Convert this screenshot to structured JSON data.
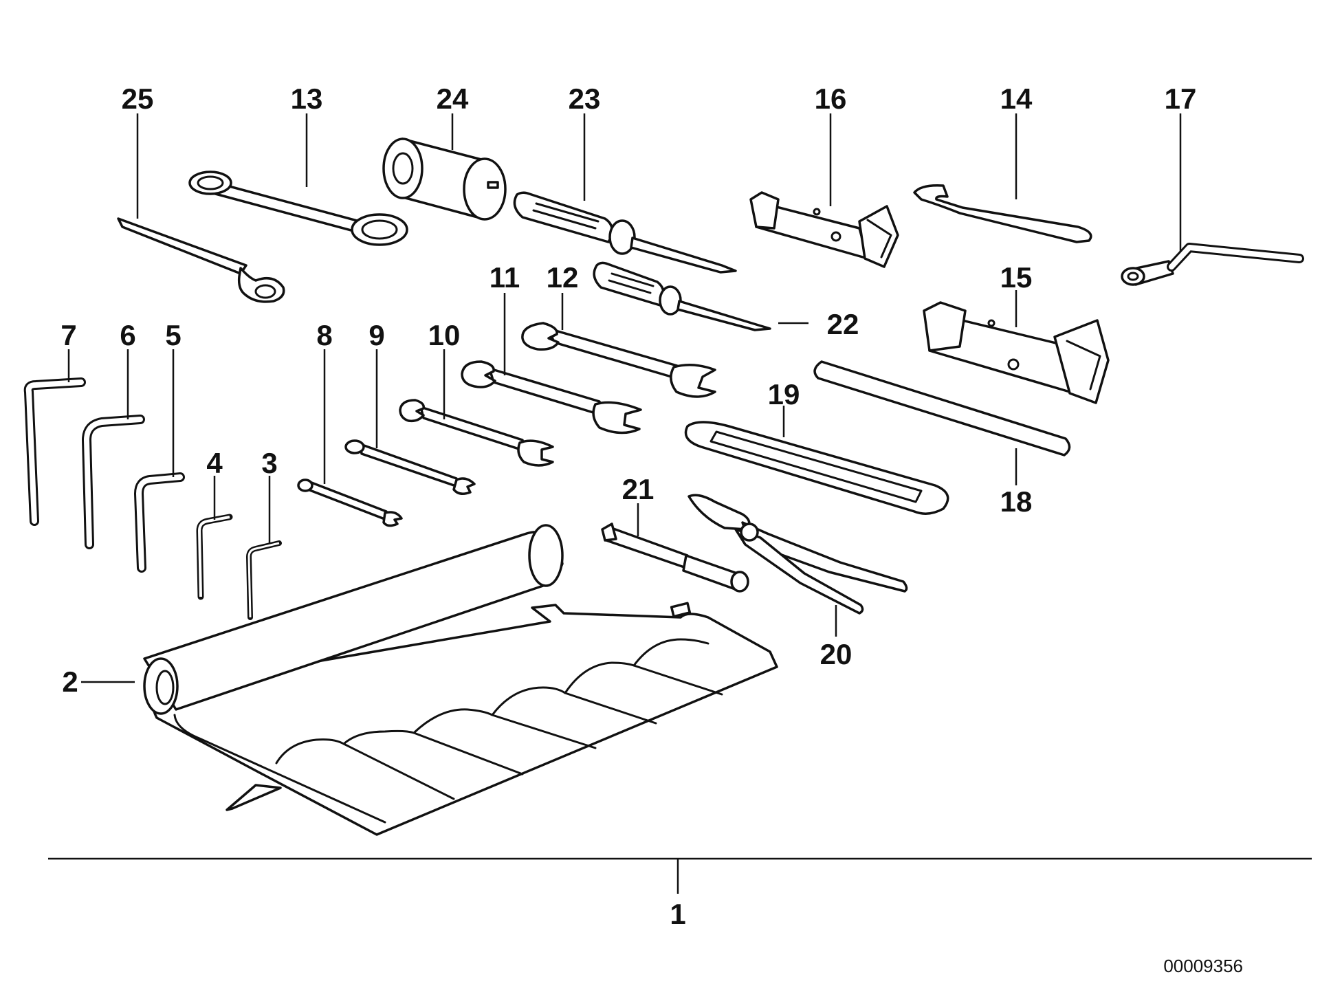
{
  "diagram": {
    "document_id": "00009356",
    "parts": [
      {
        "id": "1",
        "label": "1",
        "icon": "tool-kit-icon"
      },
      {
        "id": "2",
        "label": "2",
        "icon": "tool-roll-icon"
      },
      {
        "id": "3",
        "label": "3",
        "icon": "hex-key-icon"
      },
      {
        "id": "4",
        "label": "4",
        "icon": "hex-key-icon"
      },
      {
        "id": "5",
        "label": "5",
        "icon": "hex-key-icon"
      },
      {
        "id": "6",
        "label": "6",
        "icon": "hex-key-icon"
      },
      {
        "id": "7",
        "label": "7",
        "icon": "hex-key-icon"
      },
      {
        "id": "8",
        "label": "8",
        "icon": "open-end-wrench-icon"
      },
      {
        "id": "9",
        "label": "9",
        "icon": "open-end-wrench-icon"
      },
      {
        "id": "10",
        "label": "10",
        "icon": "open-end-wrench-icon"
      },
      {
        "id": "11",
        "label": "11",
        "icon": "open-end-wrench-icon"
      },
      {
        "id": "12",
        "label": "12",
        "icon": "open-end-wrench-icon"
      },
      {
        "id": "13",
        "label": "13",
        "icon": "box-end-wrench-icon"
      },
      {
        "id": "14",
        "label": "14",
        "icon": "hook-spanner-icon"
      },
      {
        "id": "15",
        "label": "15",
        "icon": "spark-plug-socket-icon"
      },
      {
        "id": "16",
        "label": "16",
        "icon": "spark-plug-socket-icon"
      },
      {
        "id": "17",
        "label": "17",
        "icon": "socket-key-icon"
      },
      {
        "id": "18",
        "label": "18",
        "icon": "tommy-bar-icon"
      },
      {
        "id": "19",
        "label": "19",
        "icon": "feeler-blade-icon"
      },
      {
        "id": "20",
        "label": "20",
        "icon": "pliers-icon"
      },
      {
        "id": "21",
        "label": "21",
        "icon": "bit-holder-icon"
      },
      {
        "id": "22",
        "label": "22",
        "icon": "screwdriver-icon"
      },
      {
        "id": "23",
        "label": "23",
        "icon": "screwdriver-icon"
      },
      {
        "id": "24",
        "label": "24",
        "icon": "socket-icon"
      },
      {
        "id": "25",
        "label": "25",
        "icon": "ring-spanner-icon"
      }
    ]
  }
}
